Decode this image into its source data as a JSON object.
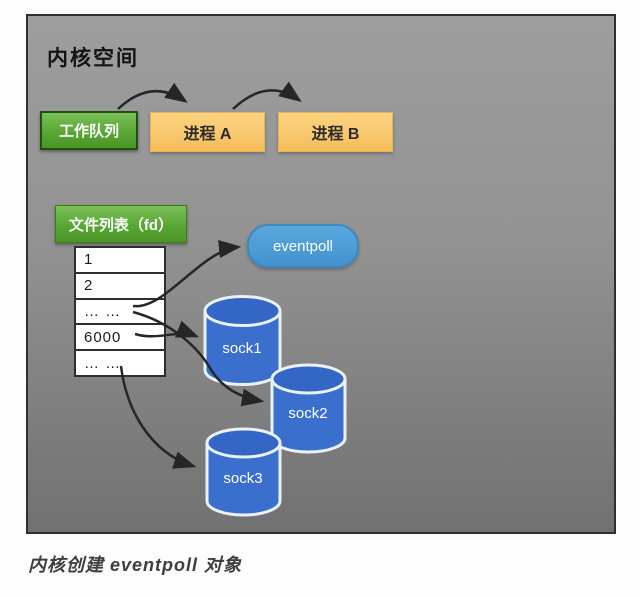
{
  "panel": {
    "title": "内核空间"
  },
  "top_flow": {
    "work_queue_label": "工作队列",
    "process_a_label": "进程 A",
    "process_b_label": "进程 B"
  },
  "fd_table": {
    "label": "文件列表（fd）",
    "rows": [
      "1",
      "2",
      "… …",
      "6000",
      "… …"
    ]
  },
  "eventpoll": {
    "label": "eventpoll"
  },
  "sockets": {
    "sock1": "sock1",
    "sock2": "sock2",
    "sock3": "sock3"
  },
  "caption": "内核创建 eventpoll 对象",
  "colors": {
    "panel_top": "#9e9e9e",
    "panel_bottom": "#717171",
    "green_box": "#58a733",
    "orange_box": "#f8c76b",
    "eventpoll_blue": "#4e9cd6",
    "socket_blue": "#3b6fce",
    "arrow": "#262626"
  }
}
